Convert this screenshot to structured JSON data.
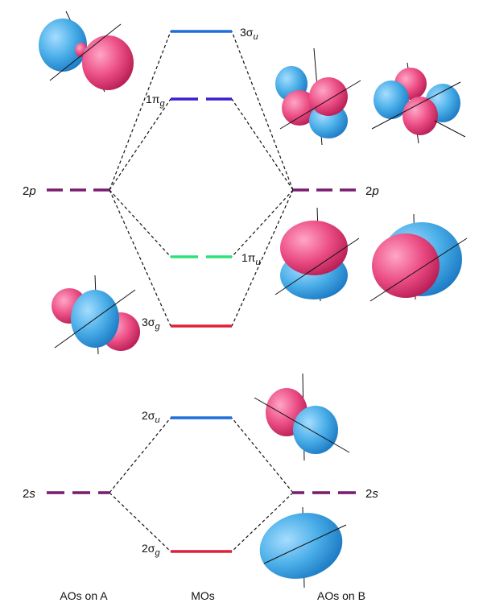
{
  "labels": {
    "ao_a_2p": "2p",
    "ao_b_2p": "2p",
    "ao_a_2s": "2s",
    "ao_b_2s": "2s",
    "footer_left": "AOs on A",
    "footer_mid": "MOs",
    "footer_right": "AOs on B"
  },
  "mo_levels": {
    "sigma3u": {
      "greek": "3σ",
      "sub": "u"
    },
    "pi1g": {
      "greek": "1π",
      "sub": "g"
    },
    "pi1u": {
      "greek": "1π",
      "sub": "u"
    },
    "sigma3g": {
      "greek": "3σ",
      "sub": "g"
    },
    "sigma2u": {
      "greek": "2σ",
      "sub": "u"
    },
    "sigma2g": {
      "greek": "2σ",
      "sub": "g"
    }
  },
  "colors": {
    "ao_level": "#7a1a6e",
    "sigma3u": "#1e6fd9",
    "pi1g": "#3a1fcf",
    "pi1u": "#2fe07a",
    "sigma3g": "#e0203a",
    "sigma2u": "#1e6fd9",
    "sigma2g": "#e0203a",
    "lobe_blue": "#4aaee8",
    "lobe_pink": "#ec4f86"
  }
}
